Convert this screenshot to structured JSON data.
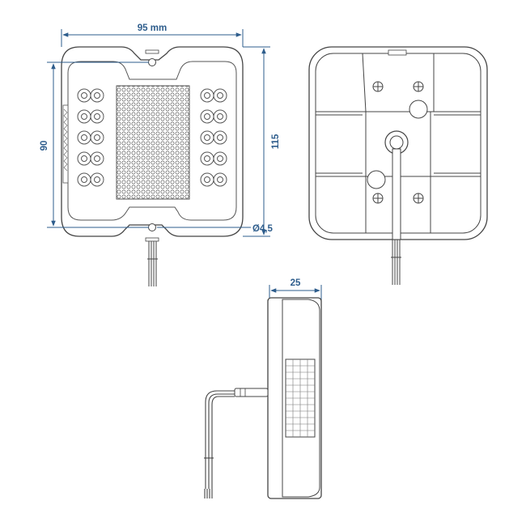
{
  "dimensions": {
    "width_label": "95 mm",
    "height_inner_label": "90",
    "height_total_label": "115",
    "hole_label": "Ø4,5",
    "depth_label": "25"
  },
  "colors": {
    "dimension_line": "#2e5d8c",
    "outline": "#444444",
    "fill": "#ffffff"
  }
}
